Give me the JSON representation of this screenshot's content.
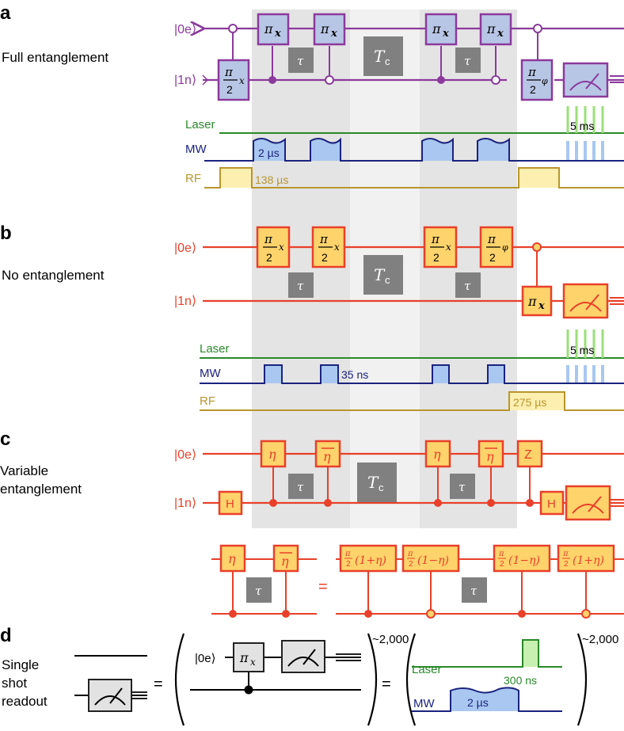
{
  "colors": {
    "purple": "#8b3a9c",
    "red": "#e8402a",
    "green": "#2a8a2a",
    "navy": "#1a237e",
    "gold": "#b8962e",
    "gate_blue": "#b8c6e6",
    "gate_orange": "#ffd36b",
    "gray_box": "#808080",
    "shade": "#e4e4e4"
  },
  "panels": {
    "a": {
      "letter": "a",
      "title": "Full entanglement"
    },
    "b": {
      "letter": "b",
      "title": "No entanglement"
    },
    "c": {
      "letter": "c",
      "title_line1": "Variable",
      "title_line2": "entanglement"
    },
    "d": {
      "letter": "d",
      "title_line1": "Single",
      "title_line2": "shot",
      "title_line3": "readout"
    }
  },
  "qubits": {
    "electron": "|0e⟩",
    "nuclear": "|1n⟩"
  },
  "gates": {
    "pi": "π",
    "x": "x",
    "two": "2",
    "phi": "φ",
    "eta": "η",
    "eta_bar": "η",
    "z": "Z",
    "h": "H",
    "tau": "τ",
    "tc": "T",
    "tc_sub": "c",
    "half_one_plus_eta": "(1+η)",
    "half_one_minus_eta": "(1−η)",
    "equals": "="
  },
  "pulse_labels": {
    "laser": "Laser",
    "mw": "MW",
    "rf": "RF",
    "a_mw_duration": "2 µs",
    "a_rf_duration": "138 µs",
    "a_laser_duration": "5 ms",
    "b_mw_duration": "35 ns",
    "b_rf_duration": "275 µs",
    "b_laser_duration": "5 ms",
    "d_laser_duration": "300 ns",
    "d_mw_duration": "2 µs",
    "repeat": "~2,000"
  }
}
